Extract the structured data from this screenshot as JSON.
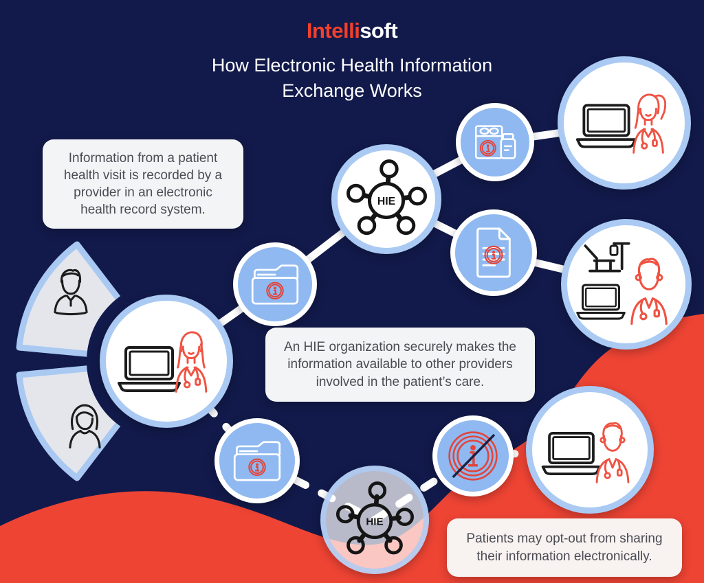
{
  "logo": {
    "part1": "Intelli",
    "part2": "soft"
  },
  "title": {
    "line1": "How Electronic Health Information",
    "line2": "Exchange Works"
  },
  "cards": [
    {
      "id": "record",
      "text": "Information from a patient health visit is recorded by a provider in an electronic health record system."
    },
    {
      "id": "hie-share",
      "text": "An HIE organization securely makes the information available to other providers involved in the patient’s care."
    },
    {
      "id": "opt-out",
      "text": "Patients may opt-out from sharing their information electronically."
    }
  ],
  "hub_label": "HIE",
  "icons": {
    "hub": "hie-network-icon",
    "medication": "medication-info-icon",
    "laptop": "laptop-icon",
    "nurse": "nurse-icon",
    "document": "document-info-icon",
    "bed": "hospital-bed-iv-icon",
    "doctor": "doctor-icon",
    "folder": "folder-info-icon",
    "patient_male": "patient-male-icon",
    "patient_female": "patient-female-icon",
    "info_blocked": "info-opt-out-icon"
  },
  "colors": {
    "background": "#121a4b",
    "accent_red": "#ee4434",
    "ring_blue": "#aacaf4",
    "circle_blue": "#8fb9f0",
    "card_bg": "#f3f4f6",
    "card_text": "#4b4b53",
    "icon_red": "#ef5343",
    "icon_dark": "#1c1c1c"
  }
}
